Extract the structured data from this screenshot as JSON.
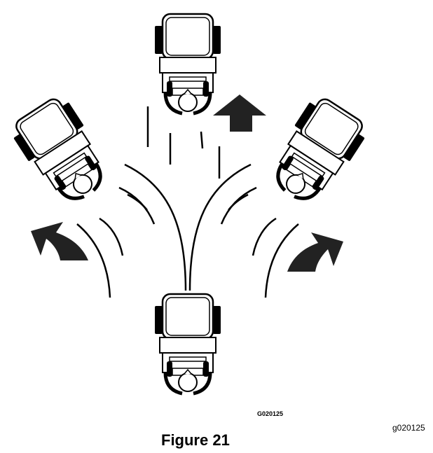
{
  "figure": {
    "art_code": "G020125",
    "reference_code": "g020125",
    "caption": "Figure 21"
  },
  "colors": {
    "ink": "#000000",
    "arrow_fill": "#222222",
    "paper": "#ffffff"
  },
  "icons": {
    "arrow_up": "straight-arrow-up-icon",
    "arrow_left": "curved-arrow-left-icon",
    "arrow_right": "curved-arrow-right-icon"
  }
}
